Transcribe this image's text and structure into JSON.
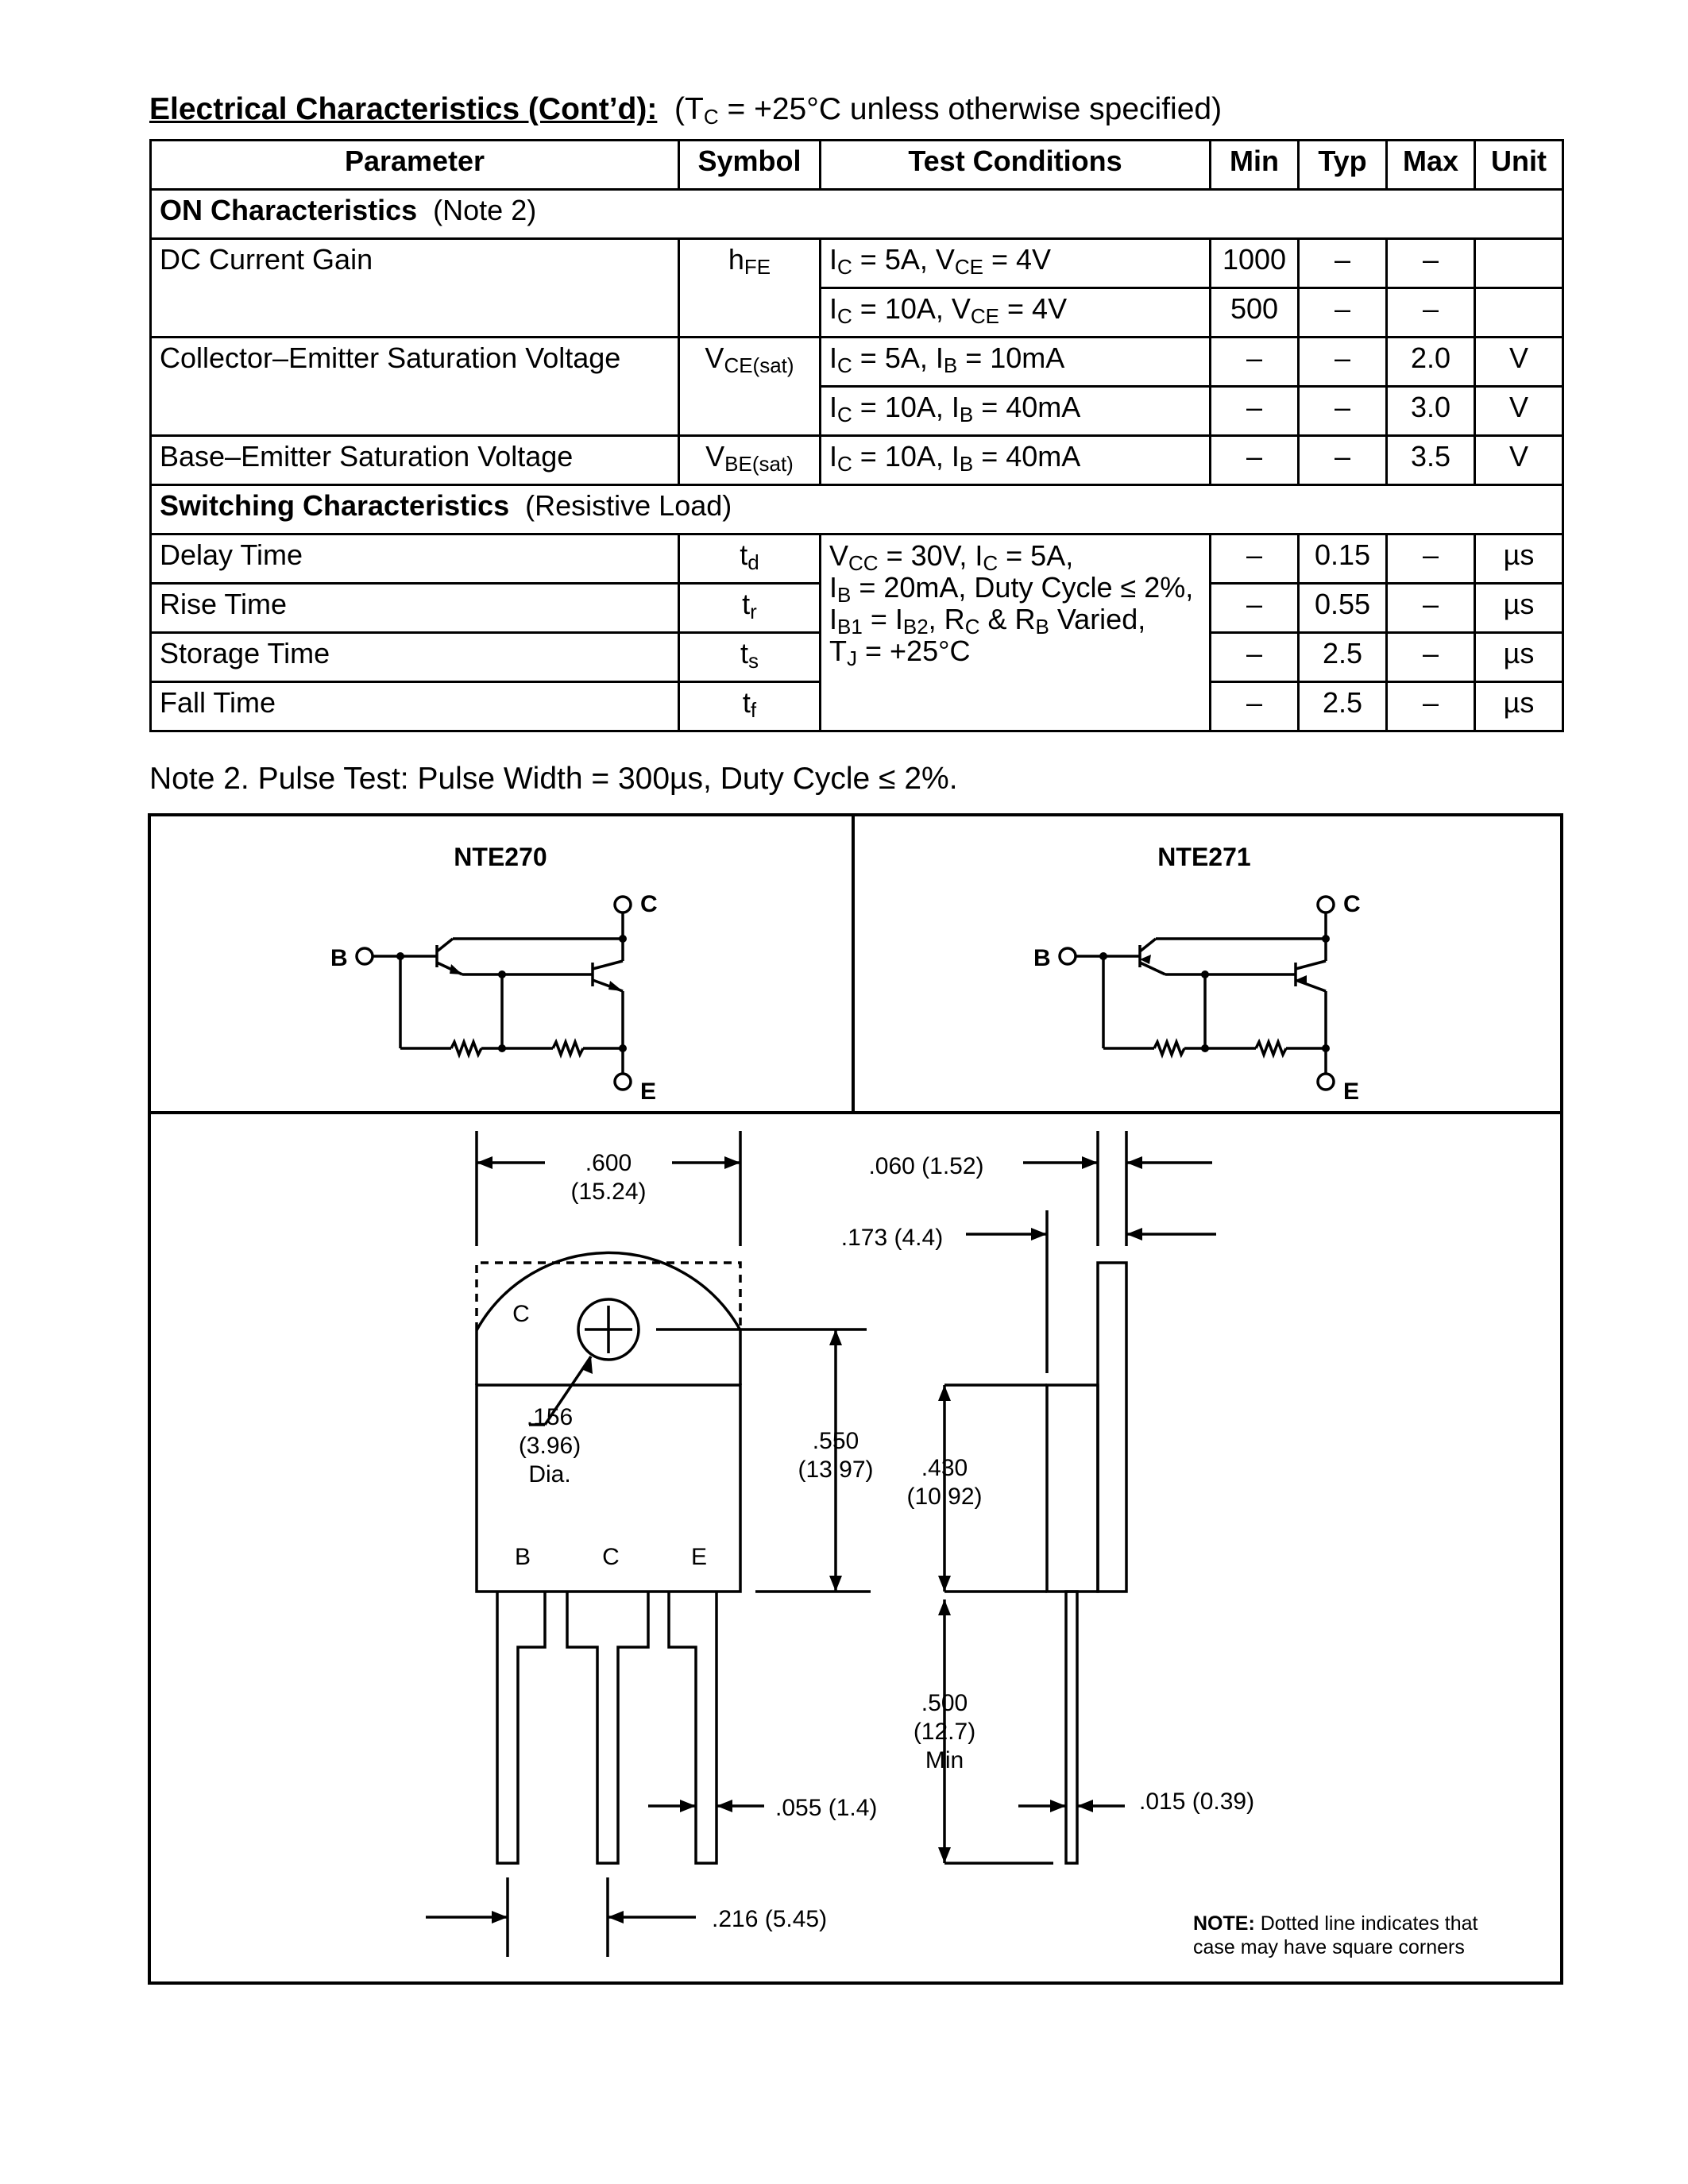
{
  "heading": {
    "title": "Electrical Characteristics (Cont’d):",
    "cond_prefix": "(T",
    "cond_sub": "C",
    "cond_suffix": " = +25°C unless otherwise specified)"
  },
  "table": {
    "headers": [
      "Parameter",
      "Symbol",
      "Test Conditions",
      "Min",
      "Typ",
      "Max",
      "Unit"
    ],
    "on_section": {
      "title": "ON Characteristics",
      "note": "(Note 2)"
    },
    "dc_gain": {
      "param": "DC Current Gain",
      "sym": "h",
      "sym_sub": "FE",
      "rows": [
        {
          "cond": [
            "I",
            "C",
            " = 5A, V",
            "CE",
            " = 4V"
          ],
          "min": "1000",
          "typ": "–",
          "max": "–",
          "unit": ""
        },
        {
          "cond": [
            "I",
            "C",
            " = 10A, V",
            "CE",
            " = 4V"
          ],
          "min": "500",
          "typ": "–",
          "max": "–",
          "unit": ""
        }
      ]
    },
    "vce_sat": {
      "param": "Collector–Emitter Saturation Voltage",
      "sym": "V",
      "sym_sub": "CE(sat)",
      "rows": [
        {
          "cond": [
            "I",
            "C",
            " = 5A, I",
            "B",
            " = 10mA"
          ],
          "min": "–",
          "typ": "–",
          "max": "2.0",
          "unit": "V"
        },
        {
          "cond": [
            "I",
            "C",
            " = 10A, I",
            "B",
            " = 40mA"
          ],
          "min": "–",
          "typ": "–",
          "max": "3.0",
          "unit": "V"
        }
      ]
    },
    "vbe_sat": {
      "param": "Base–Emitter Saturation Voltage",
      "sym": "V",
      "sym_sub": "BE(sat)",
      "cond": [
        "I",
        "C",
        " = 10A, I",
        "B",
        " = 40mA"
      ],
      "min": "–",
      "typ": "–",
      "max": "3.5",
      "unit": "V"
    },
    "sw_section": {
      "title": "Switching Characteristics",
      "note": "(Resistive Load)"
    },
    "switching": {
      "cond_lines": [
        [
          "V",
          "CC",
          " = 30V, I",
          "C",
          " = 5A,"
        ],
        [
          "I",
          "B",
          " = 20mA, Duty Cycle ≤ 2%,"
        ],
        [
          "I",
          "B1",
          " = I",
          "B2",
          ", R",
          "C",
          " & R",
          "B",
          " Varied,"
        ],
        [
          "T",
          "J",
          " = +25°C"
        ]
      ],
      "rows": [
        {
          "param": "Delay Time",
          "sym": "t",
          "sym_sub": "d",
          "min": "–",
          "typ": "0.15",
          "max": "–",
          "unit": "µs"
        },
        {
          "param": "Rise Time",
          "sym": "t",
          "sym_sub": "r",
          "min": "–",
          "typ": "0.55",
          "max": "–",
          "unit": "µs"
        },
        {
          "param": "Storage Time",
          "sym": "t",
          "sym_sub": "s",
          "min": "–",
          "typ": "2.5",
          "max": "–",
          "unit": "µs"
        },
        {
          "param": "Fall Time",
          "sym": "t",
          "sym_sub": "f",
          "min": "–",
          "typ": "2.5",
          "max": "–",
          "unit": "µs"
        }
      ]
    }
  },
  "note2": "Note  2. Pulse Test:  Pulse Width = 300µs, Duty Cycle ≤ 2%.",
  "schematics": {
    "left_title": "NTE270",
    "right_title": "NTE271",
    "pin_c": "C",
    "pin_b": "B",
    "pin_e": "E"
  },
  "drawing": {
    "width_top": ".600",
    "width_top_mm": "(15.24)",
    "tab_thk": ".060 (1.52)",
    "body_thk": ".173 (4.4)",
    "hole_label": "C",
    "hole_dia": ".156",
    "hole_dia_mm": "(3.96)",
    "hole_dia_word": "Dia.",
    "h550": ".550",
    "h550_mm": "(13.97)",
    "h430": ".430",
    "h430_mm": "(10.92)",
    "pin_b": "B",
    "pin_c": "C",
    "pin_e": "E",
    "lead_len": ".500",
    "lead_len_mm": "(12.7)",
    "lead_len_min": "Min",
    "lead_w": ".055 (1.4)",
    "lead_thk": ".015 (0.39)",
    "pitch": ".216 (5.45)",
    "note_bold": "NOTE:",
    "note_line1": " Dotted line indicates that",
    "note_line2": "case may have square corners"
  },
  "colors": {
    "ink": "#000000",
    "paper": "#ffffff"
  }
}
